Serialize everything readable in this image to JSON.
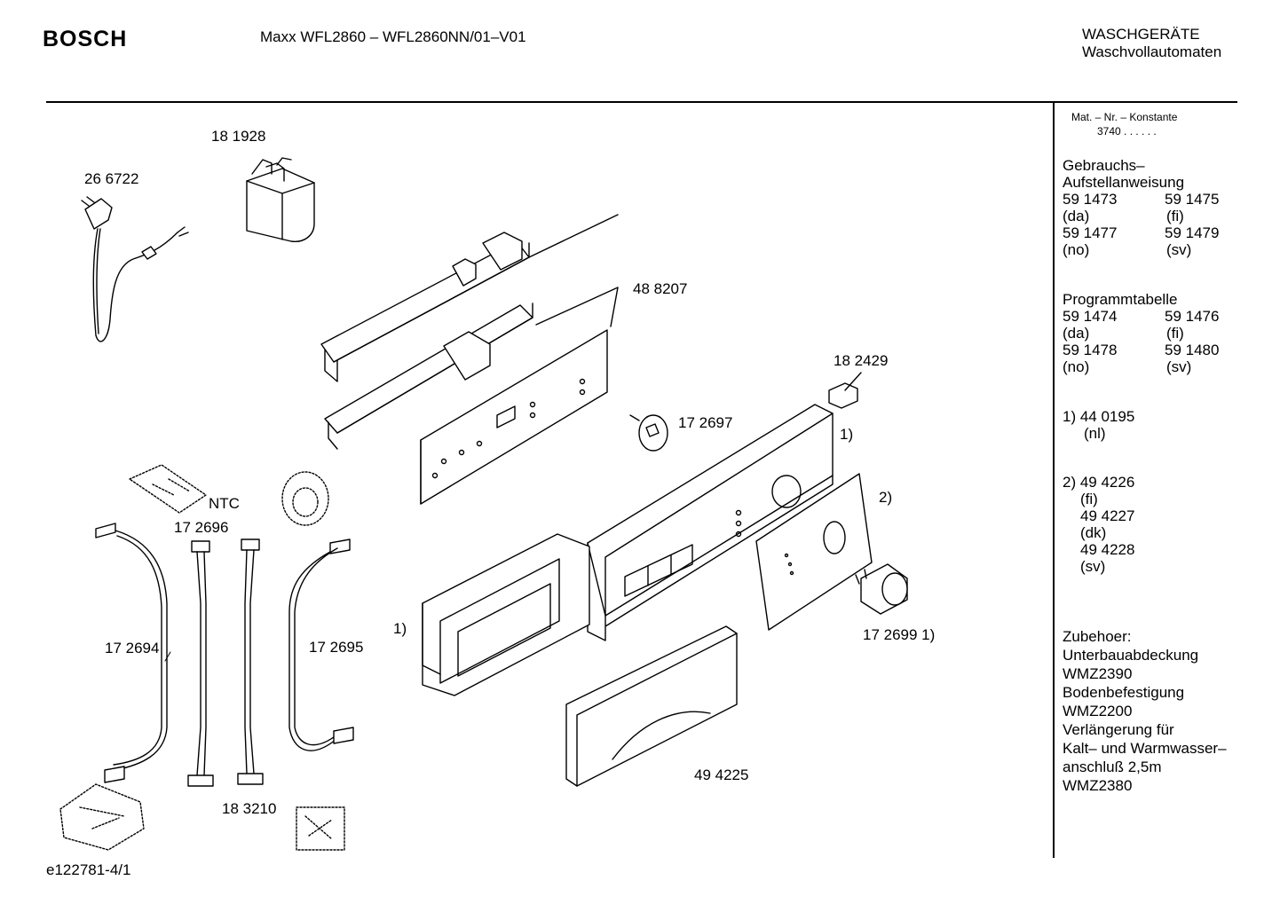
{
  "header": {
    "brand": "BOSCH",
    "model": "Maxx WFL2860 – WFL2860NN/01–V01",
    "category": "WASCHGERÄTE",
    "subcategory": "Waschvollautomaten"
  },
  "sidebar": {
    "mat_heading": "Mat. – Nr. – Konstante",
    "mat_value": "3740  .  .    .  .  .  .",
    "manual_title_1": "Gebrauchs–",
    "manual_title_2": "Aufstellanweisung",
    "manual_rows": [
      {
        "a": "59 1473",
        "b": "59 1475"
      },
      {
        "a": "(da)",
        "b": "(fi)"
      },
      {
        "a": "59 1477",
        "b": "59 1479"
      },
      {
        "a": "(no)",
        "b": "(sv)"
      }
    ],
    "program_title": "Programmtabelle",
    "program_rows": [
      {
        "a": "59 1474",
        "b": "59 1476"
      },
      {
        "a": "(da)",
        "b": "(fi)"
      },
      {
        "a": "59 1478",
        "b": "59 1480"
      },
      {
        "a": "(no)",
        "b": "(sv)"
      }
    ],
    "note1_line1": "1)  44 0195",
    "note1_line2": "(nl)",
    "note2_line1": "2)  49 4226",
    "note2_lines": [
      "(fi)",
      "49 4227",
      "(dk)",
      "49 4228",
      "(sv)"
    ],
    "accessories": [
      "Zubehoer:",
      "Unterbauabdeckung",
      "WMZ2390",
      "Bodenbefestigung",
      "WMZ2200",
      "Verlängerung für",
      "Kalt– und Warmwasser–",
      "anschluß 2,5m",
      "WMZ2380"
    ]
  },
  "parts": {
    "p181928": "18 1928",
    "p266722": "26 6722",
    "p488207": "48 8207",
    "p182429": "18 2429",
    "p172697": "17 2697",
    "note_1a": "1)",
    "note_2": "2)",
    "ntc": "NTC",
    "p172696": "17 2696",
    "p172694": "17 2694",
    "p172695": "17 2695",
    "note_1b": "1)",
    "p172699": "17 2699 1)",
    "p494225": "49 4225",
    "p183210": "18 3210"
  },
  "footer": {
    "drawing_id": "e122781-4/1"
  }
}
